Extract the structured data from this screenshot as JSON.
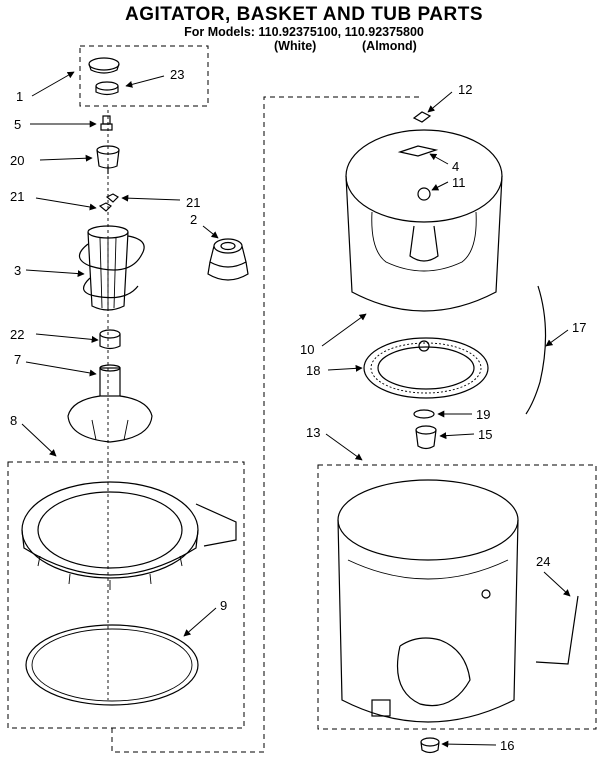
{
  "header": {
    "title": "AGITATOR, BASKET AND TUB PARTS",
    "models": "For Models: 110.92375100, 110.92375800",
    "color_white": "(White)",
    "color_almond": "(Almond)"
  },
  "callouts": {
    "c1": "1",
    "c23": "23",
    "c5": "5",
    "c20": "20",
    "c21a": "21",
    "c21b": "21",
    "c2": "2",
    "c3": "3",
    "c22": "22",
    "c7": "7",
    "c8": "8",
    "c9": "9",
    "c12": "12",
    "c4": "4",
    "c11": "11",
    "c10": "10",
    "c17": "17",
    "c18": "18",
    "c19": "19",
    "c15": "15",
    "c13": "13",
    "c24": "24",
    "c16": "16"
  }
}
